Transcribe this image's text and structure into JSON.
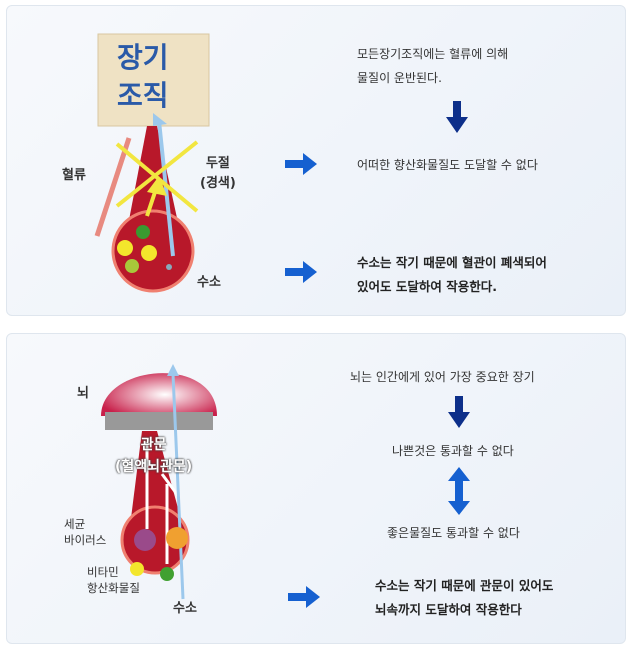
{
  "panel1": {
    "organ_label": [
      "장기",
      "조직"
    ],
    "blood_label": "혈류",
    "block_label": [
      "두절",
      "(경색)"
    ],
    "hydrogen_label": "수소",
    "text1": [
      "모든장기조직에는 혈류에 의해",
      "물질이 운반된다."
    ],
    "text2": "어떠한 향산화물질도 도달할 수 없다",
    "text3": [
      "수소는 작기 때문에 혈관이 폐색되어",
      "있어도  도달하여 작용한다."
    ]
  },
  "panel2": {
    "brain_label": "뇌",
    "barrier_label": [
      "관문",
      "(혈액뇌관문)"
    ],
    "germ_label": [
      "세균",
      "바이러스"
    ],
    "vitamin_label": [
      "비타민",
      "항산화물질"
    ],
    "hydrogen_label": "수소",
    "text1": "뇌는 인간에게 있어 가장 중요한 장기",
    "text2": "나쁜것은 통과할 수 없다",
    "text3": "좋은물질도 통과할 수 없다",
    "text4": [
      "수소는 작기 때문에 관문이 있어도",
      "뇌속까지 도달하여 작용한다"
    ]
  },
  "colors": {
    "arrow": "#1560d0",
    "dark_arrow": "#0d2f8a",
    "blood": "#b8182a",
    "organ_text": "#2a5aa8"
  }
}
